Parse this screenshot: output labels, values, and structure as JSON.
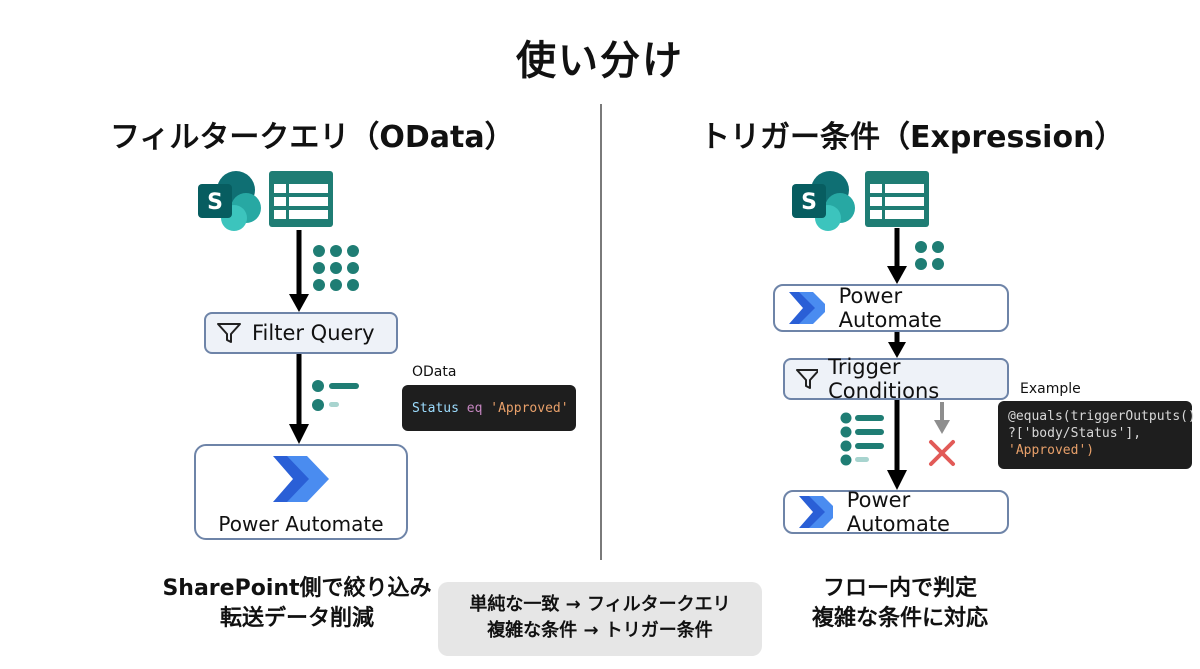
{
  "title": "使い分け",
  "left": {
    "heading": "フィルタークエリ（OData）",
    "filter_label": "Filter Query",
    "code_label": "OData",
    "code": {
      "field": "Status",
      "op": "eq",
      "value": "'Approved'"
    },
    "pa_label": "Power Automate",
    "caption_line1": "SharePoint側で絞り込み",
    "caption_line2": "転送データ削減"
  },
  "right": {
    "heading": "トリガー条件（Expression）",
    "pa_top_label": "Power Automate",
    "trigger_label": "Trigger Conditions",
    "code_label": "Example",
    "code_line1": "@equals(triggerOutputs()",
    "code_line2": "?['body/Status'],",
    "code_line3": "'Approved')",
    "pa_bottom_label": "Power Automate",
    "caption_line1": "フロー内で判定",
    "caption_line2": "複雑な条件に対応"
  },
  "summary": {
    "line1": "単純な一致 → フィルタークエリ",
    "line2": "複雑な条件 → トリガー条件"
  },
  "colors": {
    "sharepoint": "#0f7b7e",
    "list_icon": "#1f7d74",
    "power_automate": "#2266e3",
    "reject": "#e25a57"
  }
}
